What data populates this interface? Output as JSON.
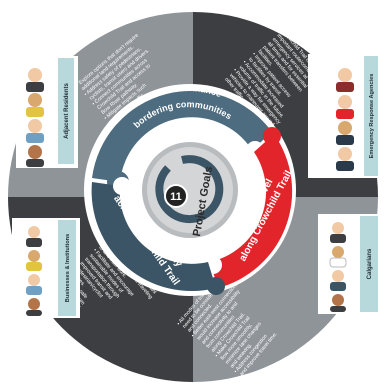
{
  "center": {
    "number": "11",
    "title": "Project Goals"
  },
  "goals": [
    {
      "label_lines": [
        "Maintain & enhance",
        "bordering communities"
      ],
      "color": "#4d6c80"
    },
    {
      "label_lines": [
        "Improve travel",
        "along Crowchild Trail"
      ],
      "color": "#e2252b"
    },
    {
      "label_lines": [
        "Improve mobility",
        "across Crowchild Trail"
      ],
      "color": "#3b5566"
    }
  ],
  "stakeholders": {
    "adjacent": "Adjacent Residents",
    "emergency": "Emergency Response Agencies",
    "calgarians": "Calgarians",
    "businesses": "Businesses & Institutions"
  },
  "notes": {
    "top_left": [
      "• Explore options that don't require",
      "  additional land requirements.",
      "• Address safety of pedestrians,",
      "  cyclists, transit users and drivers.",
      "• Connect communities across",
      "  Crowchild Trail and access to",
      "  Bow River pathway.",
      "• Mitigate impacts such",
      "  as noise and traffic",
      "  through the use of land-",
      "  scaping and visually",
      "  pleasing street walls."
    ],
    "top_right": [
      "• Crowchild Trail is an",
      "  important route/corridor for",
      "  emergency services at",
      "  all times and for essential",
      "  patient transfers between",
      "  facilities.",
      "• Improve patient access",
      "  to facilities by transit.",
      "• Accommodate increased",
      "  volume of traffic in the future.",
      "• Provide a way for emergency",
      "  vehicles to maneuver around",
      "  other traffic."
    ],
    "bottom_right": [
      "• All modes of travel",
      "  need to be considered",
      "  and connected.",
      "• Better east-west connections",
      "  would increase accessibility",
      "  and connectivity to and",
      "  from communities",
      "  along Crowchild Trail.",
      "• Make Crowchild Trail",
      "  flow more smoothly,",
      "  minimize lane changes",
      "  and weaving.",
      "• Address congestion",
      "  and improve travel time."
    ],
    "bottom_left": [
      "• Access and visibility of facilities",
      "  and businesses is important.",
      "• Crowchild Trail is an important",
      "  corridor for employees traveling",
      "  to and from work.",
      "• Facilitate and encourage",
      "  sustainable modes of",
      "  transportation through",
      "  improved transit and",
      "  pedestrian/cyclist",
      "  facilities.",
      "• Provide safe",
      "  access to/from",
      "  Crowchild Trail."
    ]
  }
}
